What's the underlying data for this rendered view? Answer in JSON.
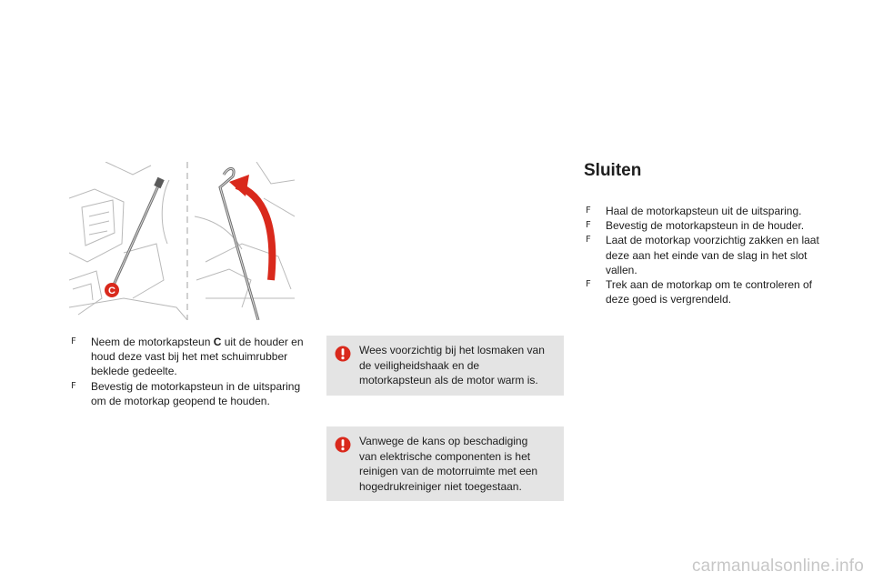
{
  "illustration": {
    "callout_letter": "C",
    "callout_color": "#d9291c",
    "arrow_color": "#d9291c"
  },
  "left_instructions": [
    {
      "before": "Neem de motorkapsteun ",
      "bold": "C",
      "after": " uit de houder en houd deze vast bij het met schuimrubber beklede gedeelte."
    },
    {
      "text": "Bevestig de motorkapsteun in de uitsparing om de motorkap geopend te houden."
    }
  ],
  "warnings": [
    {
      "icon": "warning-exclamation-icon",
      "text": "Wees voorzichtig bij het losmaken van de veiligheidshaak en de motorkapsteun als de motor warm is."
    },
    {
      "icon": "warning-exclamation-icon",
      "text": "Vanwege de kans op beschadiging van elektrische componenten is het reinigen van de motorruimte met een hogedrukreiniger niet toegestaan."
    }
  ],
  "closing": {
    "title": "Sluiten",
    "steps": [
      "Haal de motorkapsteun uit de uitsparing.",
      "Bevestig de motorkapsteun in de houder.",
      "Laat de motorkap voorzichtig zakken en laat deze aan het einde van de slag in het slot vallen.",
      "Trek aan de motorkap om te controleren of deze goed is vergrendeld."
    ]
  },
  "bullet_symbol": "F",
  "colors": {
    "warning_box": "#e4e4e4",
    "warning_icon": "#d9291c",
    "watermark": "#c7c7c7"
  },
  "watermark": "carmanualsonline.info"
}
